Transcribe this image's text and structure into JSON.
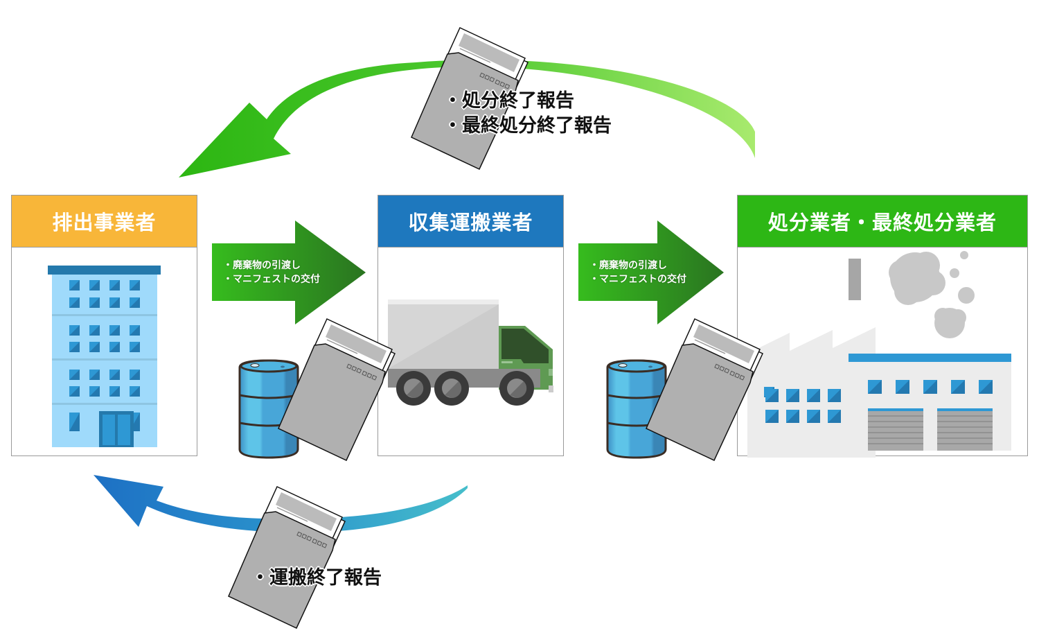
{
  "diagram": {
    "title": "Manifest flow for industrial waste",
    "colors": {
      "emitter_header": "#F8B639",
      "transporter_header": "#1E78BE",
      "disposer_header": "#2DB715",
      "flow_arrow_start": "#34B81C",
      "flow_arrow_end": "#2B7A1E",
      "return_arrow_top_start": "#2EB816",
      "return_arrow_top_end": "#A6E86A",
      "return_arrow_bottom_start": "#1E74C6",
      "return_arrow_bottom_end": "#44BCCC"
    },
    "actors": [
      {
        "id": "emitter",
        "label": "排出事業者",
        "icon": "office-building-icon"
      },
      {
        "id": "transporter",
        "label": "収集運搬業者",
        "icon": "truck-icon"
      },
      {
        "id": "disposer",
        "label": "処分業者・最終処分業者",
        "icon": "factory-icon"
      }
    ],
    "forward_flows": [
      {
        "from": "emitter",
        "to": "transporter",
        "lines": "・廃棄物の引渡し\n・マニフェストの交付",
        "icons": [
          "oil-drum-icon",
          "manifest-envelope-icon"
        ]
      },
      {
        "from": "transporter",
        "to": "disposer",
        "lines": "・廃棄物の引渡し\n・マニフェストの交付",
        "icons": [
          "oil-drum-icon",
          "manifest-envelope-icon"
        ]
      }
    ],
    "return_flows": [
      {
        "from": "disposer",
        "to": "emitter",
        "lines": "・処分終了報告\n・最終処分終了報告",
        "icon": "manifest-envelope-icon"
      },
      {
        "from": "transporter",
        "to": "emitter",
        "lines": "・運搬終了報告",
        "icon": "manifest-envelope-icon"
      }
    ]
  }
}
